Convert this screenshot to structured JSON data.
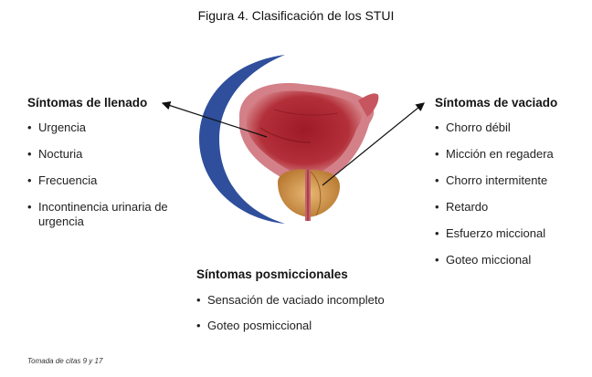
{
  "title": "Figura 4. Clasificación de los STUI",
  "filling": {
    "heading": "Síntomas de llenado",
    "items": [
      "Urgencia",
      "Nocturia",
      "Frecuencia",
      "Incontinencia urinaria de urgencia"
    ]
  },
  "voiding": {
    "heading": "Síntomas de vaciado",
    "items": [
      "Chorro débil",
      "Micción en regadera",
      "Chorro intermitente",
      "Retardo",
      "Esfuerzo miccional",
      "Goteo miccional"
    ]
  },
  "post_micturition": {
    "heading": "Síntomas posmiccionales",
    "items": [
      "Sensación de vaciado incompleto",
      "Goteo posmiccional"
    ]
  },
  "bullet": "•",
  "source": "Tomada de citas 9  y 17",
  "colors": {
    "crescent": "#2f4f9c",
    "bladder_outer": "#c9626a",
    "bladder_inner": "#a11e2a",
    "prostate": "#d59a52"
  },
  "icons": [
    "bladder-illustration",
    "prostate-illustration",
    "crescent-arc"
  ]
}
